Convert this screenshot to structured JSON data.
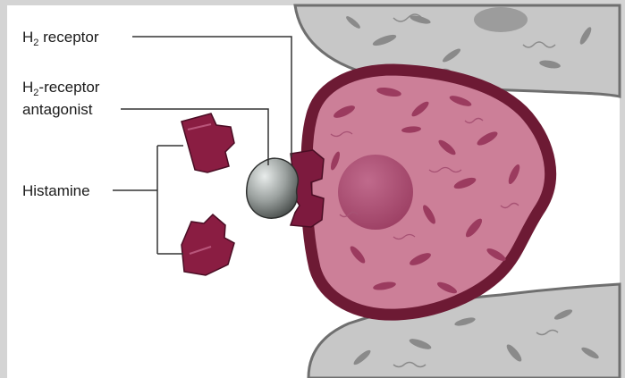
{
  "labels": {
    "receptor": {
      "main": "H",
      "sub": "2",
      "rest": " receptor"
    },
    "antagonist": {
      "main": "H",
      "sub": "2",
      "rest": "-receptor",
      "line2": "antagonist"
    },
    "histamine": "Histamine"
  },
  "colors": {
    "frame": "#d4d4d4",
    "background": "#ffffff",
    "neighbor_cell_fill": "#c7c7c7",
    "neighbor_cell_stroke": "#6f6f6f",
    "parietal_cell_fill": "#cc7f98",
    "parietal_cell_membrane": "#6d1a34",
    "nucleus": "#a8486c",
    "organelle": "#9b3b5f",
    "histamine_fill": "#8a1d42",
    "antagonist_fill": "#8e9290",
    "leader_line": "#333333"
  }
}
